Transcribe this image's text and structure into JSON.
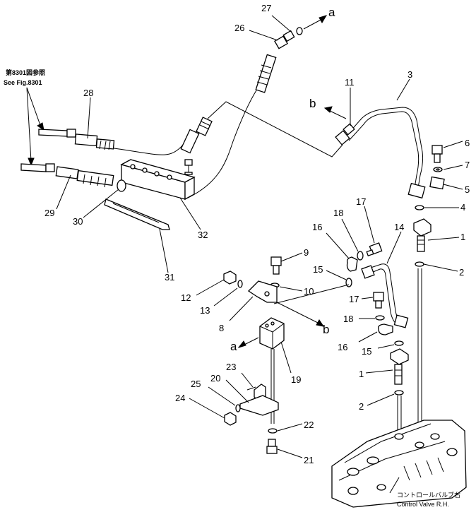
{
  "diagram": {
    "reference_ja": "第8301図参照",
    "reference_en": "See Fig.8301",
    "valve_note_ja": "コントロールバルブ右",
    "valve_note_en": "Control Valve R.H.",
    "connector_a": "a",
    "connector_b": "b",
    "callouts": [
      "27",
      "26",
      "28",
      "29",
      "30",
      "32",
      "31",
      "11",
      "3",
      "6",
      "7",
      "5",
      "4",
      "17",
      "18",
      "14",
      "1",
      "16",
      "2",
      "9",
      "15",
      "10",
      "12",
      "13",
      "8",
      "17",
      "18",
      "16",
      "15",
      "1",
      "19",
      "23",
      "20",
      "25",
      "24",
      "22",
      "21",
      "2"
    ],
    "colors": {
      "line": "#000000",
      "background": "#ffffff"
    }
  }
}
